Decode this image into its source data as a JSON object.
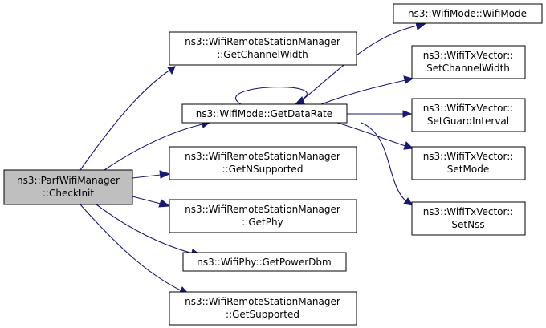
{
  "graph": {
    "nodes": {
      "checkinit": {
        "lines": [
          "ns3::ParfWifiManager",
          "::CheckInit"
        ]
      },
      "getchannelwidth": {
        "lines": [
          "ns3::WifiRemoteStationManager",
          "::GetChannelWidth"
        ]
      },
      "getdatarate": {
        "lines": [
          "ns3::WifiMode::GetDataRate"
        ]
      },
      "getnsupported": {
        "lines": [
          "ns3::WifiRemoteStationManager",
          "::GetNSupported"
        ]
      },
      "getphy": {
        "lines": [
          "ns3::WifiRemoteStationManager",
          "::GetPhy"
        ]
      },
      "getpowerdbm": {
        "lines": [
          "ns3::WifiPhy::GetPowerDbm"
        ]
      },
      "getsupported": {
        "lines": [
          "ns3::WifiRemoteStationManager",
          "::GetSupported"
        ]
      },
      "wifimode": {
        "lines": [
          "ns3::WifiMode::WifiMode"
        ]
      },
      "setchannelwidth": {
        "lines": [
          "ns3::WifiTxVector::",
          "SetChannelWidth"
        ]
      },
      "setguardinterval": {
        "lines": [
          "ns3::WifiTxVector::",
          "SetGuardInterval"
        ]
      },
      "setmode": {
        "lines": [
          "ns3::WifiTxVector::",
          "SetMode"
        ]
      },
      "setnss": {
        "lines": [
          "ns3::WifiTxVector::",
          "SetNss"
        ]
      }
    },
    "edges": [
      {
        "from": "checkinit",
        "to": "getchannelwidth"
      },
      {
        "from": "checkinit",
        "to": "getdatarate"
      },
      {
        "from": "checkinit",
        "to": "getnsupported"
      },
      {
        "from": "checkinit",
        "to": "getphy"
      },
      {
        "from": "checkinit",
        "to": "getpowerdbm"
      },
      {
        "from": "checkinit",
        "to": "getsupported"
      },
      {
        "from": "getdatarate",
        "to": "getdatarate"
      },
      {
        "from": "getdatarate",
        "to": "wifimode"
      },
      {
        "from": "getdatarate",
        "to": "setchannelwidth"
      },
      {
        "from": "getdatarate",
        "to": "setguardinterval"
      },
      {
        "from": "getdatarate",
        "to": "setmode"
      },
      {
        "from": "getdatarate",
        "to": "setnss"
      }
    ],
    "colors": {
      "edge": "#191970",
      "root_fill": "#bfbfbf",
      "node_fill": "#ffffff",
      "border": "#000000"
    }
  }
}
